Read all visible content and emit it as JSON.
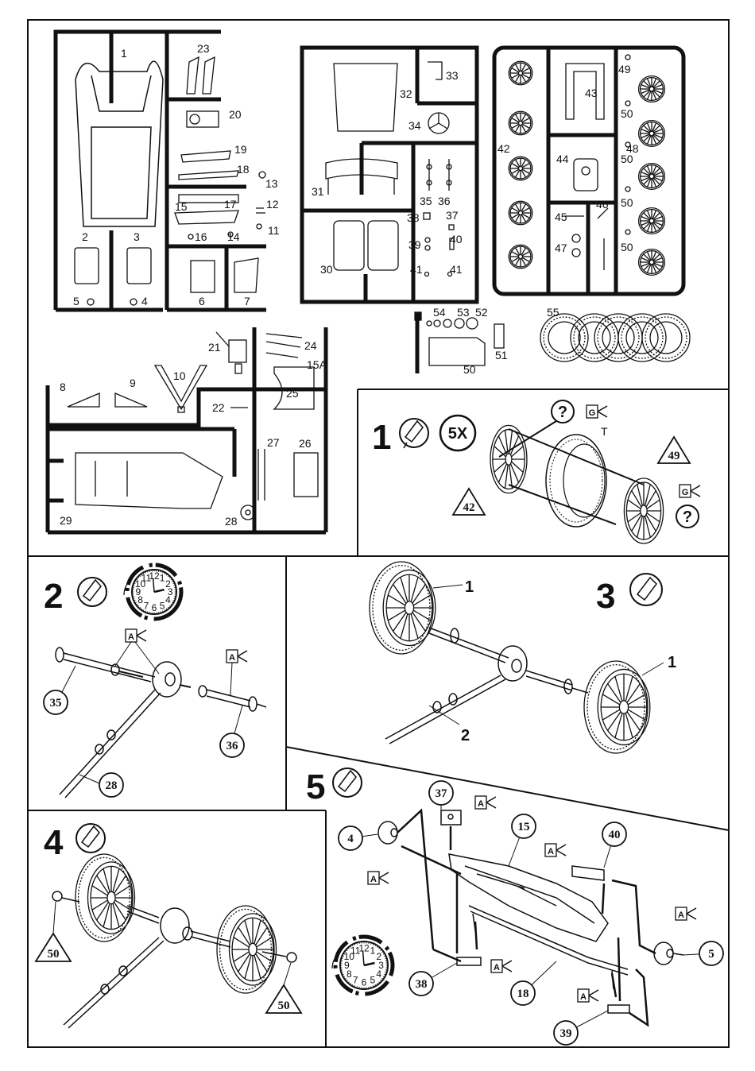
{
  "colors": {
    "ink": "#111111",
    "paper": "#ffffff"
  },
  "sprue_labels": [
    "1",
    "2",
    "3",
    "4",
    "5",
    "6",
    "7",
    "8",
    "9",
    "10",
    "11",
    "12",
    "13",
    "14",
    "15",
    "15A",
    "16",
    "17",
    "18",
    "19",
    "20",
    "21",
    "22",
    "23",
    "24",
    "25",
    "26",
    "27",
    "28",
    "29",
    "30",
    "31",
    "32",
    "33",
    "34",
    "35",
    "36",
    "37",
    "38",
    "39",
    "40",
    "41",
    "41",
    "42",
    "43",
    "44",
    "45",
    "46",
    "47",
    "48",
    "49",
    "50",
    "50",
    "50",
    "50",
    "50",
    "51",
    "52",
    "53",
    "54",
    "55",
    "T"
  ],
  "steps": [
    {
      "number": "1",
      "multiplier": "5X",
      "tags": [
        "G",
        "G"
      ],
      "help": [
        "?",
        "?"
      ],
      "tire_label": "T",
      "callouts": [
        "42",
        "49"
      ]
    },
    {
      "number": "2",
      "tags": [
        "A",
        "A"
      ],
      "callouts": [
        "35",
        "36",
        "28"
      ]
    },
    {
      "number": "3",
      "labels": [
        "1",
        "1",
        "2"
      ]
    },
    {
      "number": "4",
      "callouts": [
        "50",
        "50"
      ]
    },
    {
      "number": "5",
      "tags": [
        "A",
        "A",
        "A",
        "A",
        "A",
        "A"
      ],
      "callouts": [
        "37",
        "15",
        "40",
        "4",
        "5",
        "38",
        "18",
        "39"
      ]
    }
  ],
  "clock_numbers": [
    "12",
    "1",
    "2",
    "3",
    "4",
    "5",
    "6",
    "7",
    "8",
    "9",
    "10",
    "11"
  ]
}
